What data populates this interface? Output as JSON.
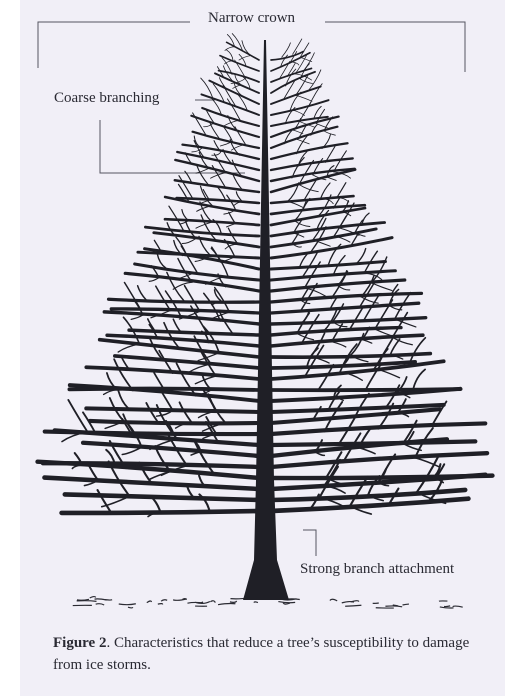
{
  "labels": {
    "crown": "Narrow crown",
    "coarse": "Coarse branching",
    "strong": "Strong branch attachment"
  },
  "caption": {
    "figure_label": "Figure 2",
    "text": ". Characteristics that reduce a tree’s susceptibility to damage from ice storms."
  },
  "colors": {
    "background": "#f1eff7",
    "ink": "#1f1f26"
  }
}
